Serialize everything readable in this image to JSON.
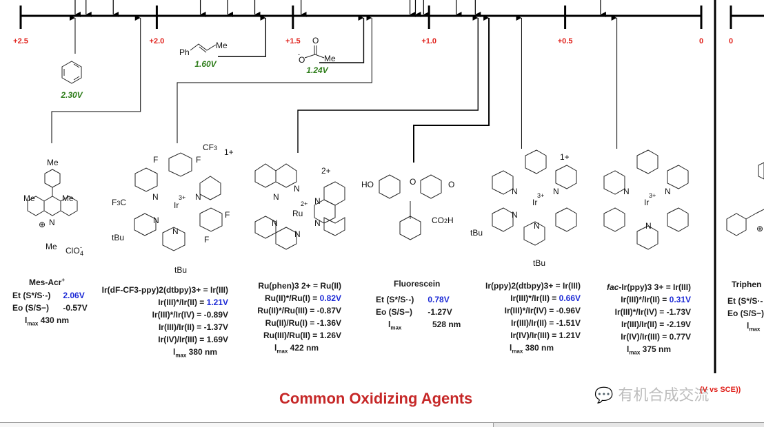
{
  "chart_data": {
    "type": "diagram",
    "title": "Common Oxidizing Agents",
    "axis": {
      "unit": "V",
      "range": [
        0,
        2.5
      ],
      "ticks": [
        2.5,
        2.0,
        1.5,
        1.0,
        0.5,
        0.0
      ],
      "tick_labels": [
        "+2.5",
        "+2.0",
        "+1.5",
        "+1.0",
        "+0.5",
        "0"
      ],
      "second_axis_tick_label": "0"
    },
    "substrates": [
      {
        "name": "benzene",
        "label": "",
        "potential": 2.3,
        "value_label": "2.30V"
      },
      {
        "name": "trans-beta-methylstyrene",
        "label": "Ph-CH=CH-Me",
        "potential": 1.6,
        "value_label": "1.60V"
      },
      {
        "name": "acetate",
        "label": "-O-C(=O)-Me",
        "potential": 1.24,
        "value_label": "1.24V"
      }
    ],
    "catalyst_potentials": [
      2.06,
      1.21,
      0.82,
      0.78,
      0.66,
      0.31
    ],
    "down_arrows_approx": [
      2.3,
      2.26,
      2.16,
      1.84,
      1.74,
      1.64,
      1.47,
      1.07,
      1.05,
      1.02,
      0.9,
      0.83,
      0.37
    ]
  },
  "photocatalysts": [
    {
      "id": "mes-acr",
      "name": "Mes-Acr",
      "name_sup": "+",
      "counterion": "ClO4-",
      "lines": [
        {
          "label": "Et (S*/S·-)",
          "value": "2.06V",
          "highlight": true
        },
        {
          "label": "Eo (S/S−)",
          "value": "-0.57V",
          "highlight": false
        }
      ],
      "lmax": "430 nm"
    },
    {
      "id": "ir-dfcf3",
      "name": "Ir(dF-CF3-ppy)2(dtbpy)3+ = Ir(III)",
      "charge": "1+",
      "lines": [
        {
          "label": "Ir(III)*/Ir(II) =",
          "value": "1.21V",
          "highlight": true
        },
        {
          "label": "Ir(III)*/Ir(IV) =",
          "value": "-0.89V",
          "highlight": false
        },
        {
          "label": "Ir(III)/Ir(II) =",
          "value": "-1.37V",
          "highlight": false
        },
        {
          "label": "Ir(IV)/Ir(III) =",
          "value": "1.69V",
          "highlight": false
        }
      ],
      "lmax": "380 nm"
    },
    {
      "id": "ru-phen",
      "name": "Ru(phen)3 2+ = Ru(II)",
      "charge": "2+",
      "lines": [
        {
          "label": "Ru(II)*/Ru(I) =",
          "value": "0.82V",
          "highlight": true
        },
        {
          "label": "Ru(II)*/Ru(III) =",
          "value": "-0.87V",
          "highlight": false
        },
        {
          "label": "Ru(II)/Ru(I) =",
          "value": "-1.36V",
          "highlight": false
        },
        {
          "label": "Ru(III)/Ru(II) =",
          "value": "1.26V",
          "highlight": false
        }
      ],
      "lmax": "422 nm"
    },
    {
      "id": "fluorescein",
      "name": "Fluorescein",
      "lines": [
        {
          "label": "Et (S*/S·-)",
          "value": "0.78V",
          "highlight": true
        },
        {
          "label": "Eo (S/S−)",
          "value": "-1.27V",
          "highlight": false
        }
      ],
      "lmax_label": "lmax",
      "lmax": "528 nm"
    },
    {
      "id": "ir-ppy-dtbpy",
      "name": "Ir(ppy)2(dtbpy)3+ = Ir(III)",
      "charge": "1+",
      "lines": [
        {
          "label": "Ir(III)*/Ir(II) =",
          "value": "0.66V",
          "highlight": true
        },
        {
          "label": "Ir(III)*/Ir(IV) =",
          "value": "-0.96V",
          "highlight": false
        },
        {
          "label": "Ir(III)/Ir(II) =",
          "value": "-1.51V",
          "highlight": false
        },
        {
          "label": "Ir(IV)/Ir(III) =",
          "value": "1.21V",
          "highlight": false
        }
      ],
      "lmax": "380 nm"
    },
    {
      "id": "fac-ir-ppy3",
      "name_prefix": "fac",
      "name": "-Ir(ppy)3 3+ = Ir(III)",
      "lines": [
        {
          "label": "Ir(III)*/Ir(II) =",
          "value": "0.31V",
          "highlight": true
        },
        {
          "label": "Ir(III)*/Ir(IV) =",
          "value": "-1.73V",
          "highlight": false
        },
        {
          "label": "Ir(III)/Ir(II) =",
          "value": "-2.19V",
          "highlight": false
        },
        {
          "label": "Ir(IV)/Ir(III) =",
          "value": "0.77V",
          "highlight": false
        }
      ],
      "lmax": "375 nm"
    },
    {
      "id": "triphen-partial",
      "name": "Triphen",
      "lines": [
        {
          "label": "Et (S*/S·-",
          "value": "",
          "highlight": false
        },
        {
          "label": "Eo (S/S−)",
          "value": "",
          "highlight": false
        }
      ],
      "lmax": ""
    }
  ],
  "labels": {
    "lmax": "l",
    "lmax_sub": "max",
    "section_title": "Common Oxidizing Agents",
    "watermark": "有机合成交流",
    "watermark_overlay": "(V vs SCE))"
  },
  "colors": {
    "tick_label": "#e0201a",
    "substrate_value": "#2e7d1a",
    "highlight_value": "#1d2bd6",
    "title": "#c62828"
  }
}
